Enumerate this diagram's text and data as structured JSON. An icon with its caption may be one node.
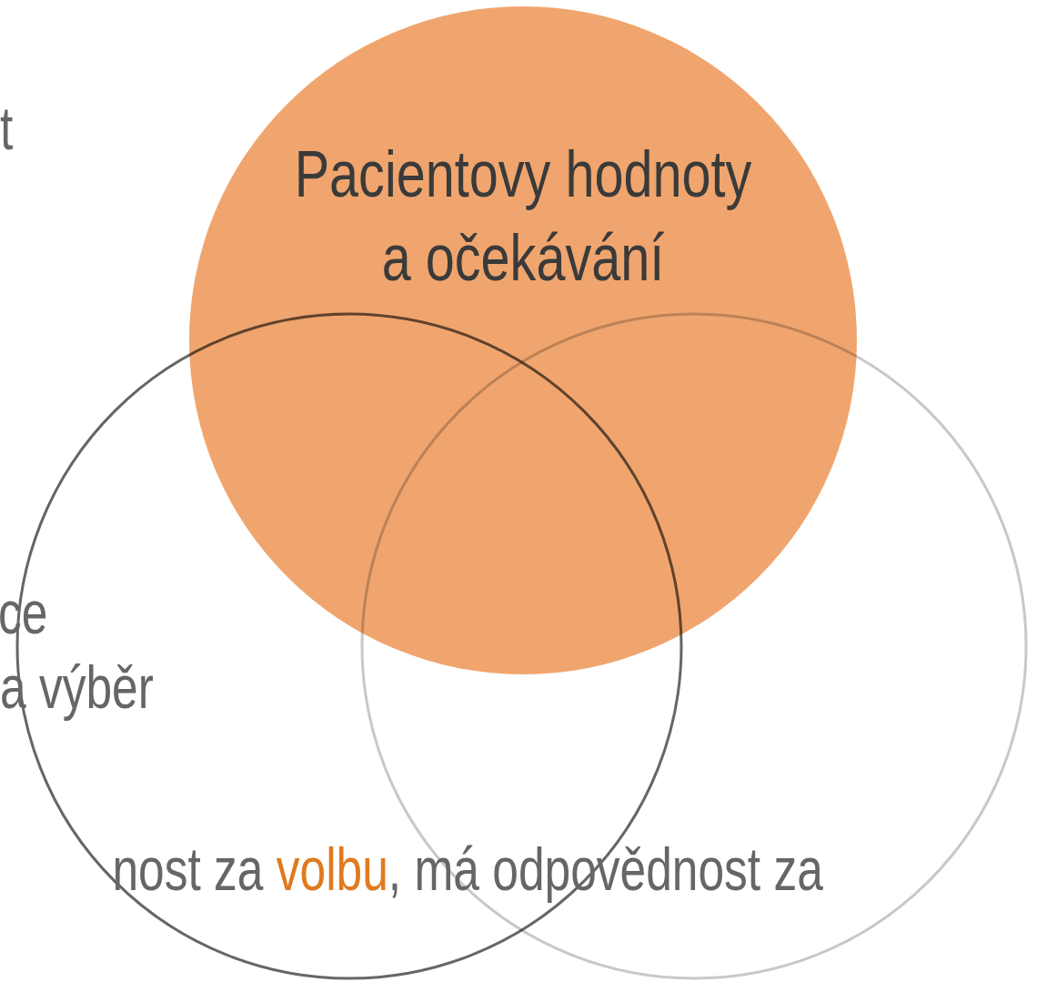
{
  "diagram": {
    "nodes": [
      {
        "text": [
          "Pacientovy hodnoty a očekávání"
        ]
      },
      {
        "text": [],
        "shape": "circle"
      },
      {
        "text": [],
        "shape": "circle"
      }
    ],
    "edges": [],
    "labels": [
      "t",
      "ce",
      "a výběr",
      "nost za",
      "volbu",
      ", má odpovědnost za"
    ]
  }
}
